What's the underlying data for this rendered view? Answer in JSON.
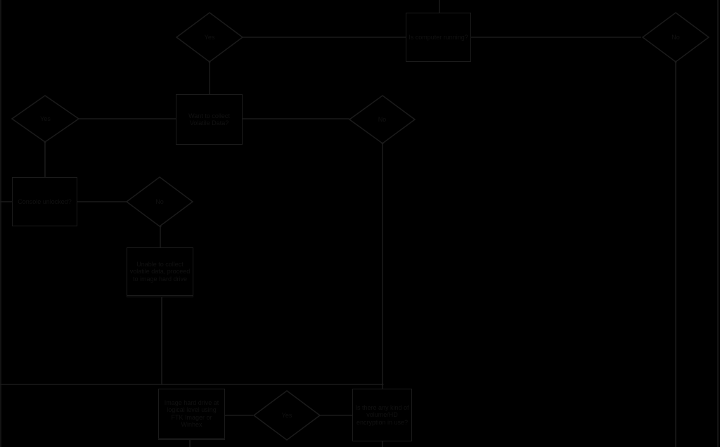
{
  "diagram": {
    "nodes": {
      "computer_running": "Is computer running?",
      "want_volatile": "Want to collect Volatile Data?",
      "console_unlocked": "Console unlocked?",
      "unable_collect": "Unable to collect volatile data, proceed to image hard drive",
      "encryption_question": "Is there any kind of volume/HD encryption in use?",
      "image_logical": "Image hard drive at logical level using FTK Imager or Winhex"
    },
    "decisions": {
      "running_yes": "Yes",
      "running_no": "No",
      "volatile_yes": "Yes",
      "volatile_no": "No",
      "console_no": "No",
      "encryption_yes": "Yes"
    }
  },
  "colors": {
    "background": "#000000",
    "stroke": "#1b1b1b",
    "text": "#111111"
  }
}
